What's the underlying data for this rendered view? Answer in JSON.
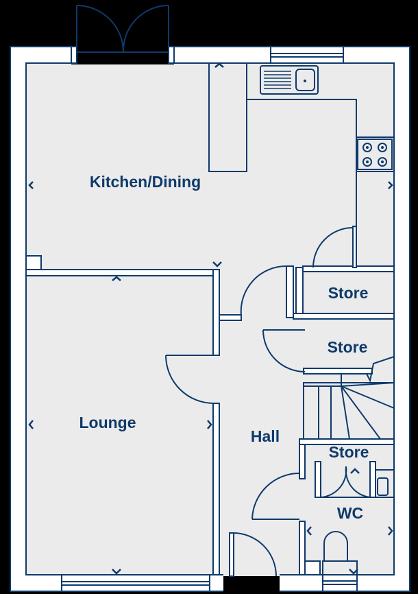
{
  "rooms": {
    "kitchen": "Kitchen/Dining",
    "lounge": "Lounge",
    "hall": "Hall",
    "store1": "Store",
    "store2": "Store",
    "store3": "Store",
    "wc": "WC"
  },
  "colors": {
    "line": "#0e3a6b",
    "floor": "#ebebeb",
    "wall": "#ffffff",
    "background": "#000000"
  }
}
